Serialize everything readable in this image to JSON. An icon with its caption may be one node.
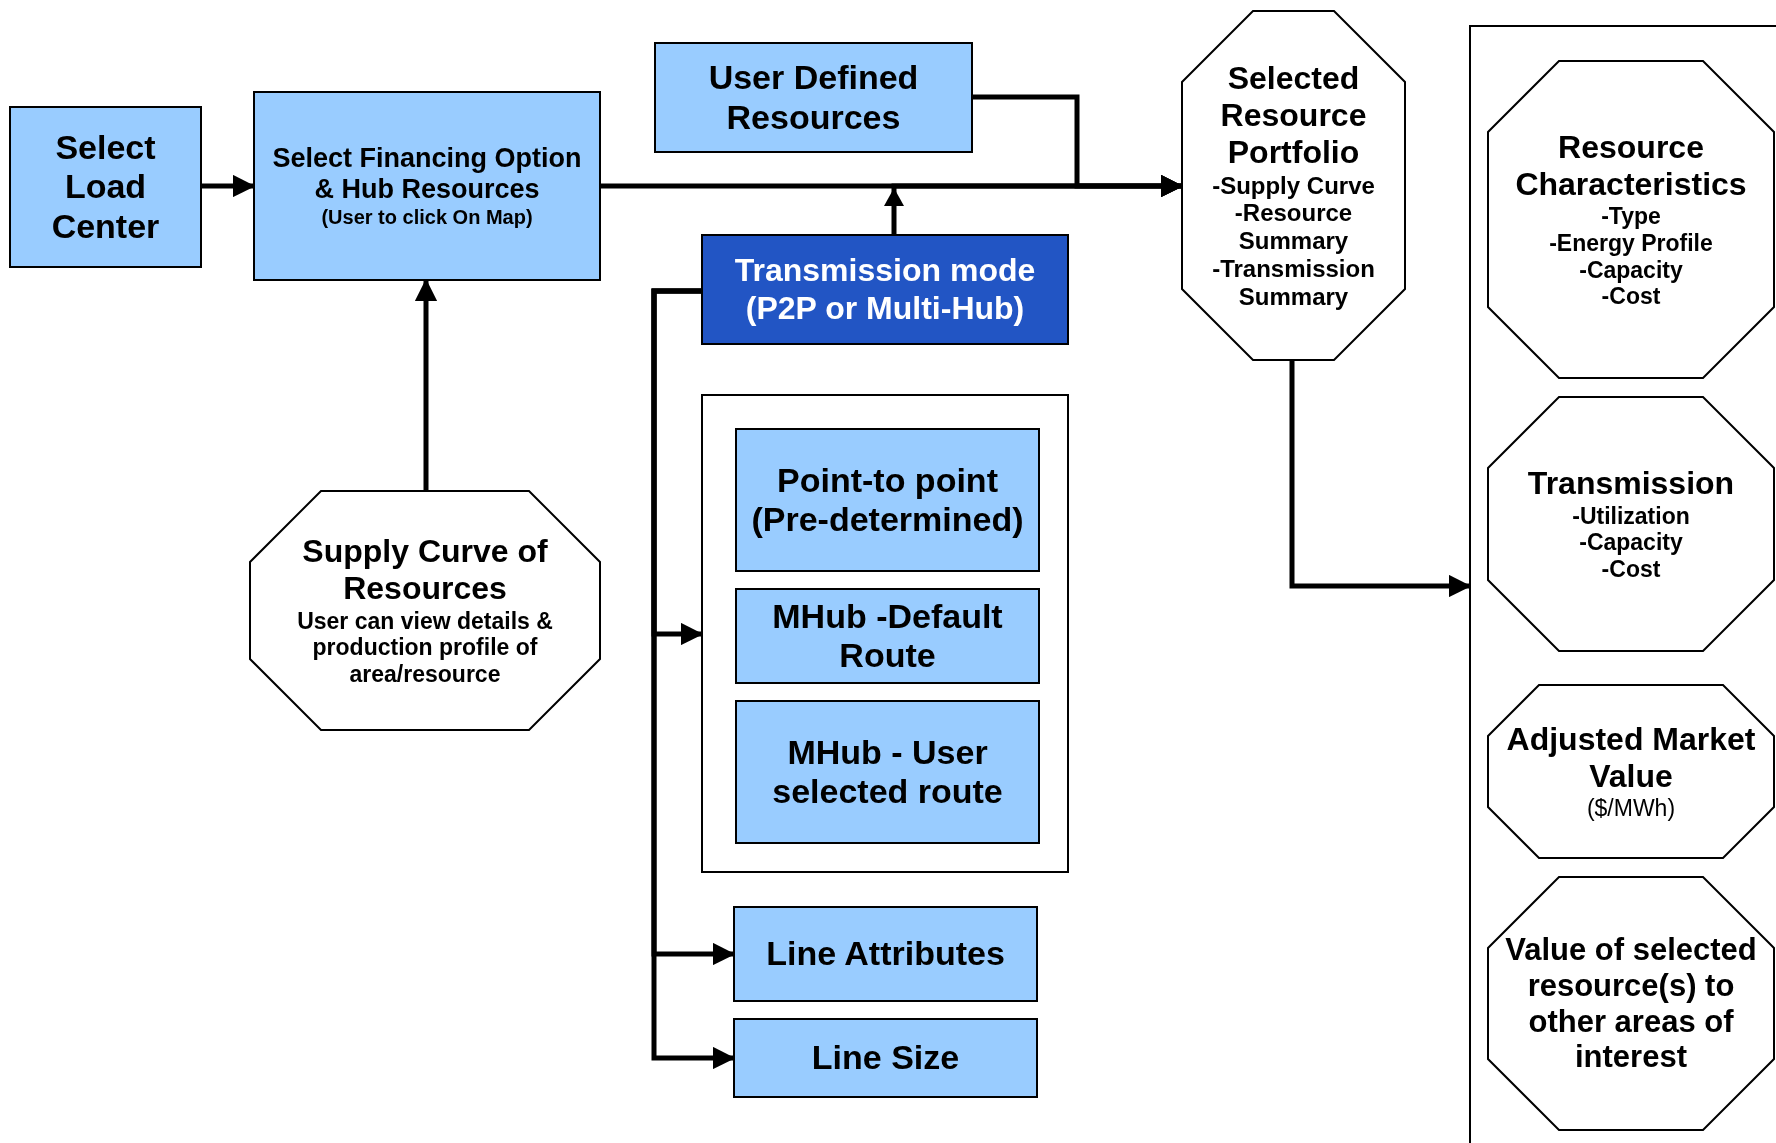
{
  "diagram": {
    "nodes": [
      {
        "text": [
          "Select Load Center"
        ]
      },
      {
        "text": [
          "Select Financing Option & Hub Resources",
          "(User to click On Map)"
        ]
      },
      {
        "text": [
          "User Defined Resources"
        ]
      },
      {
        "text": [
          "Transmission mode (P2P or Multi-Hub)"
        ]
      },
      {
        "text": [
          "Selected Resource Portfolio",
          "-Supply Curve",
          "-Resource Summary",
          "-Transmission Summary"
        ]
      },
      {
        "text": [
          "Supply Curve of Resources",
          "User can view details & production profile of area/resource"
        ]
      },
      {
        "text": [],
        "shape": "box"
      },
      {
        "text": [
          "Point-to point (Pre-determined)"
        ],
        "in": 6
      },
      {
        "text": [
          "MHub -Default Route"
        ],
        "in": 6
      },
      {
        "text": [
          "MHub - User selected route"
        ],
        "in": 6
      },
      {
        "text": [
          "Line Attributes"
        ]
      },
      {
        "text": [
          "Line Size"
        ]
      },
      {
        "text": [],
        "shape": "box"
      },
      {
        "text": [
          "Resource Characteristics",
          "-Type",
          "-Energy Profile",
          "-Capacity",
          "-Cost"
        ],
        "in": 12
      },
      {
        "text": [
          "Transmission",
          "-Utilization",
          "-Capacity",
          "-Cost"
        ],
        "in": 12
      },
      {
        "text": [
          "Adjusted Market Value",
          "($/MWh)"
        ],
        "in": 12
      },
      {
        "text": [
          "Value of selected resource(s) to other areas of interest"
        ],
        "in": 12
      }
    ],
    "edges": [
      {
        "from": 0,
        "to": 1,
        "arrow": "to"
      },
      {
        "from": 1,
        "to": 4,
        "arrow": "to"
      },
      {
        "from": 2,
        "to": 4,
        "arrow": "to"
      },
      {
        "from": 3,
        "to": 4,
        "arrow": "to"
      },
      {
        "from": 4,
        "to": 12,
        "arrow": "to"
      },
      {
        "from": 5,
        "to": 1,
        "arrow": "to"
      },
      {
        "from": 3,
        "to": 6,
        "arrow": "to"
      },
      {
        "from": 3,
        "to": 10,
        "arrow": "to"
      },
      {
        "from": 3,
        "to": 11,
        "arrow": "to"
      }
    ]
  }
}
